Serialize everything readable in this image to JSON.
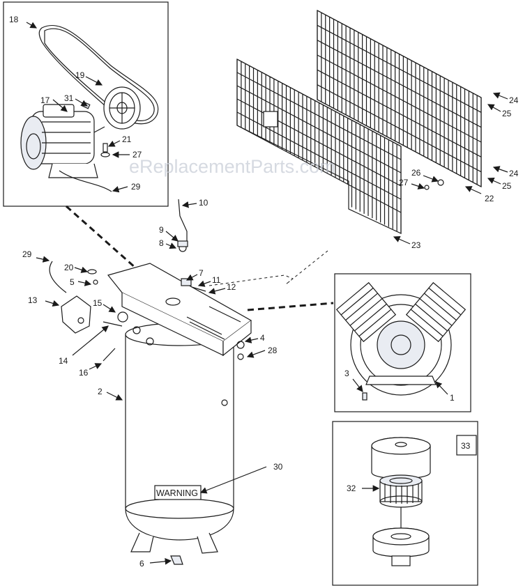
{
  "watermark": "eReplacementParts.com",
  "warning_label": "WARNING",
  "part_33_label": "33",
  "callouts": {
    "c1": "1",
    "c2": "2",
    "c3": "3",
    "c4": "4",
    "c5": "5",
    "c6": "6",
    "c7": "7",
    "c8": "8",
    "c9": "9",
    "c10": "10",
    "c11": "11",
    "c12": "12",
    "c13": "13",
    "c14": "14",
    "c15": "15",
    "c16": "16",
    "c17": "17",
    "c18": "18",
    "c19": "19",
    "c20": "20",
    "c21": "21",
    "c22": "22",
    "c23": "23",
    "c24a": "24",
    "c24b": "24",
    "c25a": "25",
    "c25b": "25",
    "c26": "26",
    "c27a": "27",
    "c27b": "27",
    "c28": "28",
    "c29a": "29",
    "c29b": "29",
    "c30": "30",
    "c31": "31",
    "c32": "32"
  }
}
